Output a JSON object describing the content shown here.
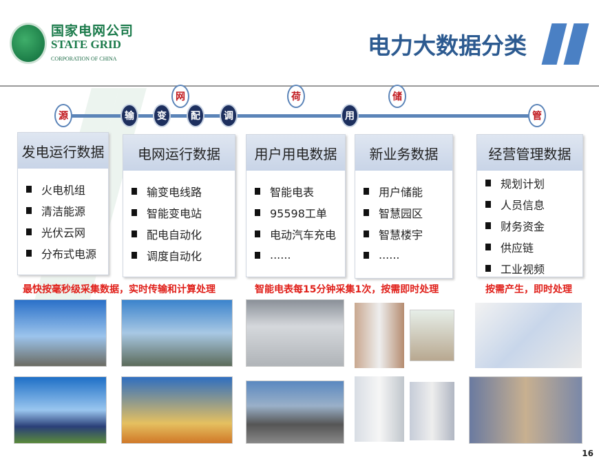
{
  "logo": {
    "cn": "国家电网公司",
    "en": "STATE GRID",
    "sub": "CORPORATION OF CHINA"
  },
  "title": "电力大数据分类",
  "timeline": [
    {
      "label": "源",
      "style": "light"
    },
    {
      "label": "输",
      "style": "dark"
    },
    {
      "label": "变",
      "style": "dark"
    },
    {
      "label": "网",
      "style": "light"
    },
    {
      "label": "配",
      "style": "dark"
    },
    {
      "label": "调",
      "style": "dark"
    },
    {
      "label": "荷",
      "style": "light"
    },
    {
      "label": "用",
      "style": "dark"
    },
    {
      "label": "储",
      "style": "light"
    },
    {
      "label": "管",
      "style": "light"
    }
  ],
  "columns": [
    {
      "title": "发电运行数据",
      "items": [
        "火电机组",
        "清洁能源",
        "光伏云网",
        "分布式电源"
      ]
    },
    {
      "title": "电网运行数据",
      "items": [
        "输变电线路",
        "智能变电站",
        "配电自动化",
        "调度自动化"
      ]
    },
    {
      "title": "用户用电数据",
      "items": [
        "智能电表",
        "95598工单",
        "电动汽车充电",
        "......"
      ]
    },
    {
      "title": "新业务数据",
      "items": [
        "用户储能",
        "智慧园区",
        "智慧楼宇",
        "......"
      ]
    },
    {
      "title": "经营管理数据",
      "items": [
        "规划计划",
        "人员信息",
        "财务资金",
        "供应链",
        "工业视频"
      ]
    }
  ],
  "notes": [
    "最快按毫秒级采集数据，实时传输和计算处理",
    "智能电表每15分钟采集1次，按需即时处理",
    "按需产生，即时处理"
  ],
  "page_number": "16",
  "colors": {
    "title": "#2c5a90",
    "accent": "#c0161b",
    "note": "#e0201a",
    "logo": "#1a7a4a",
    "node_dark": "#1d2f5e"
  }
}
